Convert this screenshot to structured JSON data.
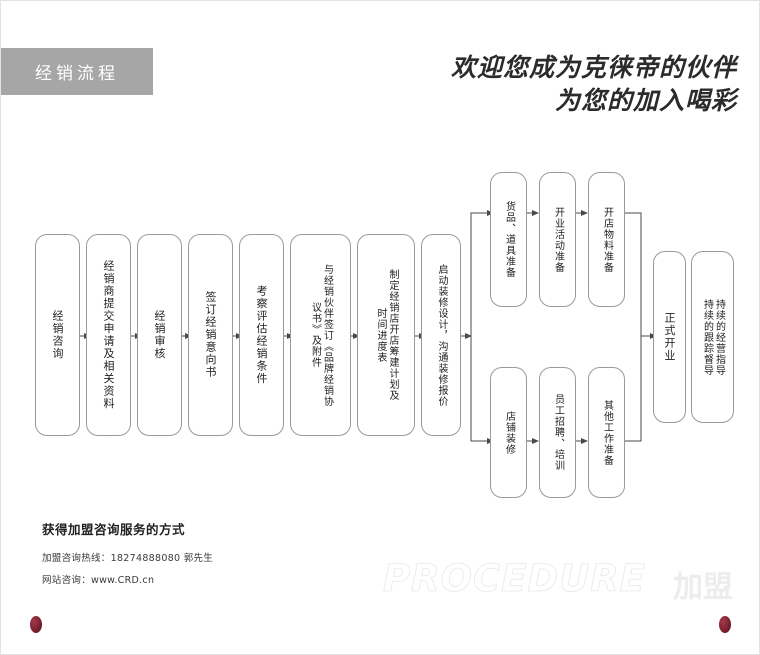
{
  "header": {
    "section_tag": "经销流程",
    "headline_line1": "欢迎您成为克徕帝的伙伴",
    "headline_line2": "为您的加入喝彩",
    "tag_bg": "#a6a6a6"
  },
  "flow": {
    "main": [
      {
        "id": "n1",
        "text": "经销咨询"
      },
      {
        "id": "n2",
        "text": "经销商提交申请及相关资料"
      },
      {
        "id": "n3",
        "text": "经销审核"
      },
      {
        "id": "n4",
        "text": "签订经销意向书"
      },
      {
        "id": "n5",
        "text": "考察评估经销条件"
      },
      {
        "id": "n6",
        "text_col1": "与经销伙伴签订《品牌经销协",
        "text_col2": "议书》及附件"
      },
      {
        "id": "n7",
        "text_col1": "制定经销店开店筹建计划及",
        "text_col2": "时间进度表"
      },
      {
        "id": "n8",
        "text": "启动装修设计，沟通装修报价"
      }
    ],
    "branch_top": [
      {
        "id": "t1",
        "text": "货品、道具准备"
      },
      {
        "id": "t2",
        "text": "开业活动准备"
      },
      {
        "id": "t3",
        "text": "开店物料准备"
      }
    ],
    "branch_bottom": [
      {
        "id": "b1",
        "text": "店铺装修"
      },
      {
        "id": "b2",
        "text": "员工招聘、培训"
      },
      {
        "id": "b3",
        "text": "其他工作准备"
      }
    ],
    "tail": [
      {
        "id": "e1",
        "text": "正式开业"
      },
      {
        "id": "e2",
        "text_col1": "持续的经营指导",
        "text_col2": "持续的跟踪督导"
      }
    ],
    "line_color": "#9a9a9a"
  },
  "footer": {
    "title": "获得加盟咨询服务的方式",
    "hotline": "加盟咨询热线：18274888080 郭先生",
    "website": "网站咨询：www.CRD.cn",
    "watermark_en": "PROCEDURE",
    "watermark_cn": "加盟"
  }
}
